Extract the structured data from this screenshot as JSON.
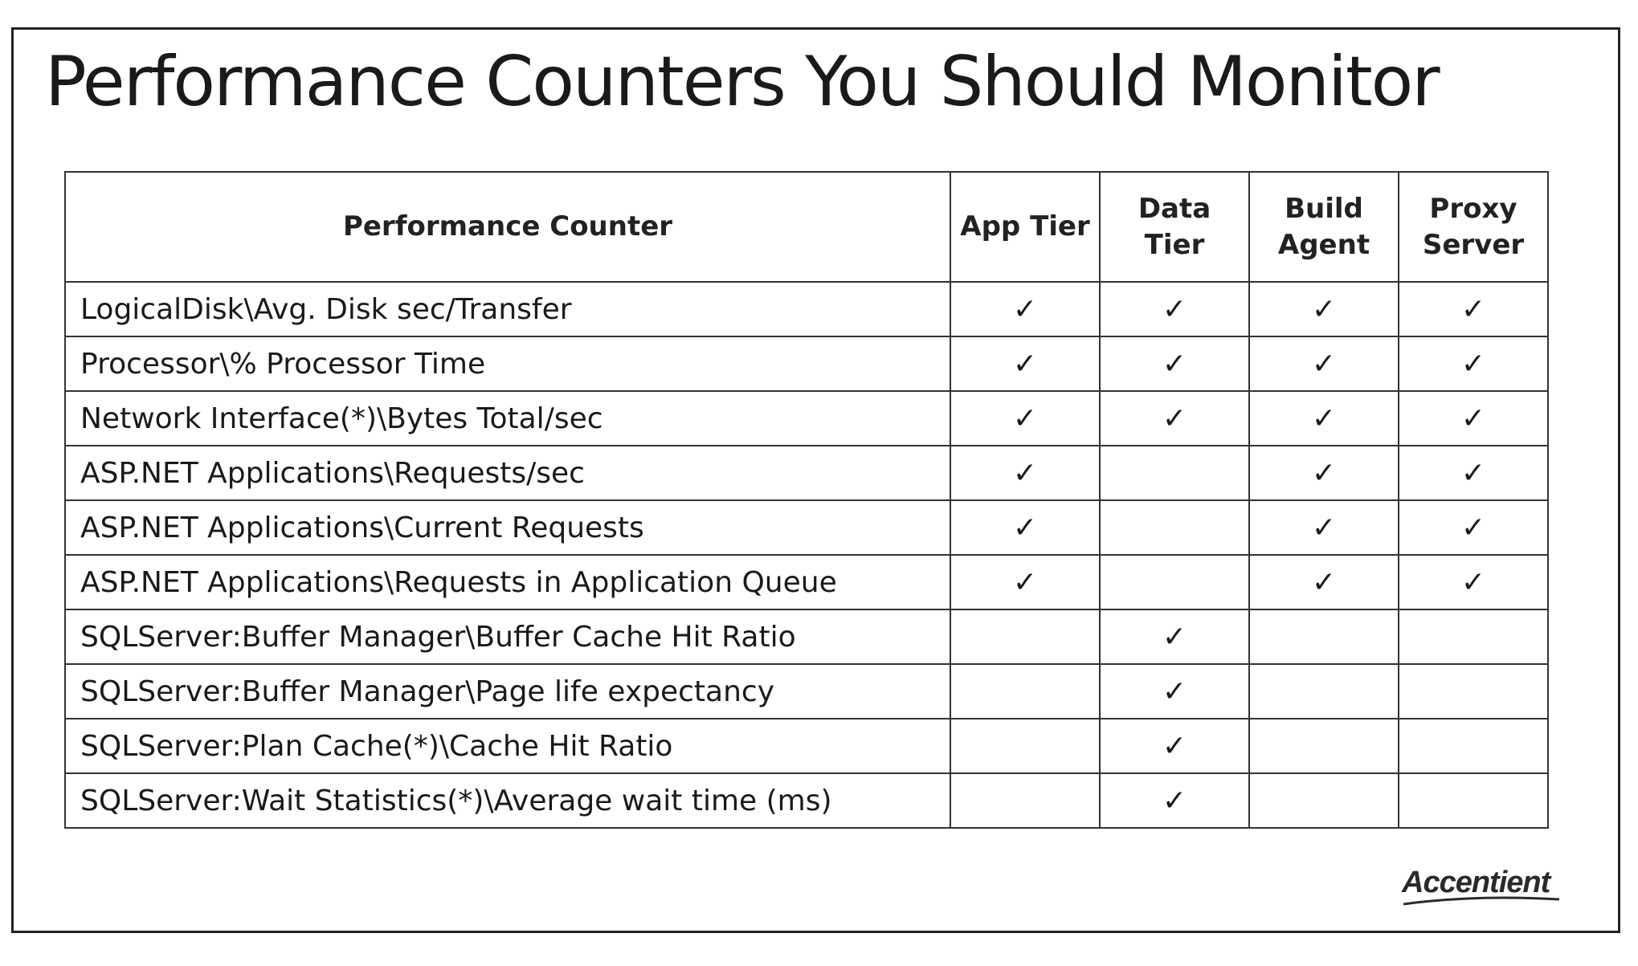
{
  "title": "Performance Counters You Should Monitor",
  "table": {
    "headers": [
      {
        "key": "counter",
        "lines": [
          "Performance Counter"
        ]
      },
      {
        "key": "app_tier",
        "lines": [
          "App Tier"
        ]
      },
      {
        "key": "data_tier",
        "lines": [
          "Data Tier"
        ]
      },
      {
        "key": "build_agent",
        "lines": [
          "Build",
          "Agent"
        ]
      },
      {
        "key": "proxy_server",
        "lines": [
          "Proxy",
          "Server"
        ]
      }
    ],
    "check_symbol": "✓",
    "rows": [
      {
        "name": "LogicalDisk\\Avg. Disk sec/Transfer",
        "checks": [
          true,
          true,
          true,
          true
        ]
      },
      {
        "name": "Processor\\% Processor Time",
        "checks": [
          true,
          true,
          true,
          true
        ]
      },
      {
        "name": "Network Interface(*)\\Bytes Total/sec",
        "checks": [
          true,
          true,
          true,
          true
        ]
      },
      {
        "name": "ASP.NET Applications\\Requests/sec",
        "checks": [
          true,
          false,
          true,
          true
        ]
      },
      {
        "name": "ASP.NET Applications\\Current Requests",
        "checks": [
          true,
          false,
          true,
          true
        ]
      },
      {
        "name": "ASP.NET Applications\\Requests in Application Queue",
        "checks": [
          true,
          false,
          true,
          true
        ]
      },
      {
        "name": "SQLServer:Buffer Manager\\Buffer Cache Hit Ratio",
        "checks": [
          false,
          true,
          false,
          false
        ]
      },
      {
        "name": "SQLServer:Buffer Manager\\Page life expectancy",
        "checks": [
          false,
          true,
          false,
          false
        ]
      },
      {
        "name": "SQLServer:Plan Cache(*)\\Cache Hit Ratio",
        "checks": [
          false,
          true,
          false,
          false
        ]
      },
      {
        "name": "SQLServer:Wait Statistics(*)\\Average wait time (ms)",
        "checks": [
          false,
          true,
          false,
          false
        ]
      }
    ]
  },
  "logo": {
    "text": "Accentient"
  }
}
